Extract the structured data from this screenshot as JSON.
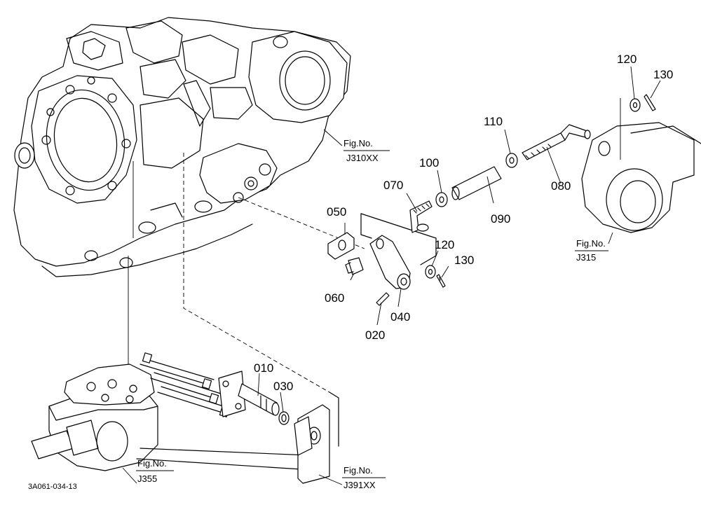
{
  "drawing_id": "3A061-034-13",
  "part_labels": {
    "p010": "010",
    "p020": "020",
    "p030": "030",
    "p040": "040",
    "p050": "050",
    "p060": "060",
    "p070": "070",
    "p080": "080",
    "p090": "090",
    "p100": "100",
    "p110": "110",
    "p120_right": "120",
    "p130_right": "130",
    "p120_top": "120",
    "p130_top": "130"
  },
  "figure_refs": {
    "j310": {
      "line1": "Fig.No.",
      "line2": "J310XX"
    },
    "j315": {
      "line1": "Fig.No.",
      "line2": "J315"
    },
    "j355": {
      "line1": "Fig.No.",
      "line2": "J355"
    },
    "j391": {
      "line1": "Fig.No.",
      "line2": "J391XX"
    }
  }
}
